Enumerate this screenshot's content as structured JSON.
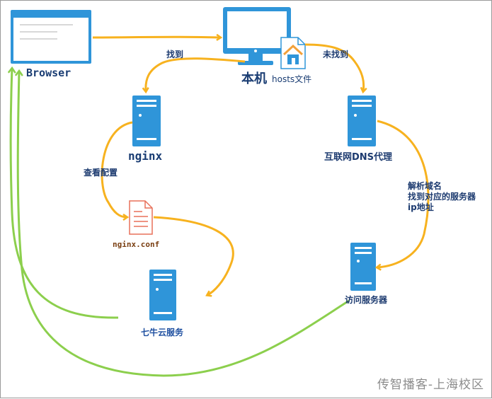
{
  "labels": {
    "browser": "Browser",
    "local_machine": "本机",
    "hosts_file": "hosts文件",
    "found": "找到",
    "not_found": "未找到",
    "nginx": "nginx",
    "check_config": "查看配置",
    "nginx_conf": "nginx.conf",
    "qiniu": "七牛云服务",
    "dns_proxy": "互联网DNS代理",
    "resolve_line1": "解析域名",
    "resolve_line2": "找到对应的服务器",
    "resolve_line3": "ip地址",
    "visit_server": "访问服务器"
  },
  "watermark": "传智播客-上海校区",
  "colors": {
    "arrow_orange": "#f7b21f",
    "arrow_green": "#8ccf4d",
    "device_blue": "#2f95d9",
    "text_blue": "#1a3d73",
    "file_red": "#e8705a"
  }
}
